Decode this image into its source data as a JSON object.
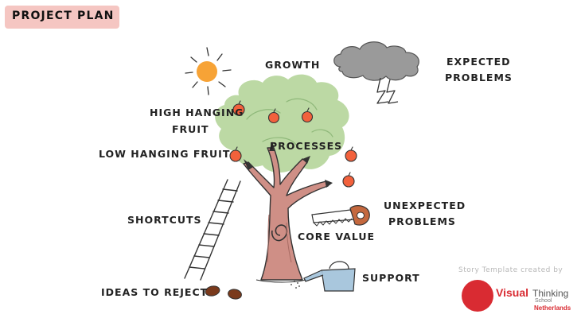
{
  "title": "PROJECT PLAN",
  "labels": {
    "growth": "GROWTH",
    "expected_problems_1": "EXPECTED",
    "expected_problems_2": "PROBLEMS",
    "high_hanging_1": "HIGH HANGING",
    "high_hanging_2": "FRUIT",
    "low_hanging": "LOW HANGING FRUIT",
    "processes": "PROCESSES",
    "unexpected_problems_1": "UNEXPECTED",
    "unexpected_problems_2": "PROBLEMS",
    "shortcuts": "SHORTCUTS",
    "core_value": "CORE VALUE",
    "support": "SUPPORT",
    "ideas_to_reject": "IDEAS TO REJECT"
  },
  "credit": {
    "line": "Story Template created by",
    "logo_visual": "Visual",
    "logo_thinking": "Thinking",
    "logo_school": "School",
    "logo_country": "Netherlands"
  },
  "colors": {
    "title_bg": "#f5c6c2",
    "foliage": "#bcd9a4",
    "trunk": "#cf8f86",
    "fruit": "#f2613c",
    "sun": "#f7a336",
    "cloud": "#9a9a9a",
    "can": "#a9c7dd",
    "logo": "#d92b32"
  },
  "icons": [
    "sun-icon",
    "storm-cloud-icon",
    "lightning-icon",
    "saw-icon",
    "watering-can-icon",
    "ladder-icon",
    "beans-icon",
    "tree-icon"
  ]
}
